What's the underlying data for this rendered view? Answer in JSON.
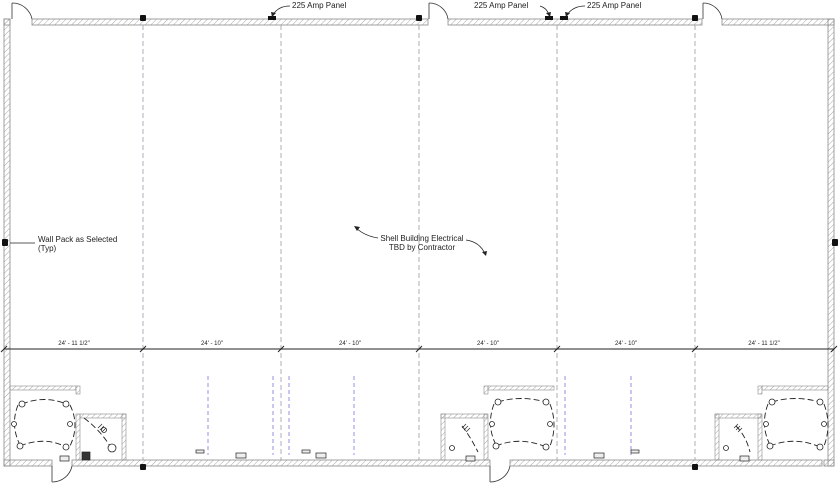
{
  "annotations": {
    "panel_label": "225 Amp Panel",
    "wall_pack_line1": "Wall Pack as Selected",
    "wall_pack_line2": "(Typ)",
    "shell_line1": "Shell Building Electrical",
    "shell_line2": "TBD by Contractor"
  },
  "dimensions": [
    "24' - 11 1/2\"",
    "24' - 10\"",
    "24' - 10\"",
    "24' - 10\"",
    "24' - 10\"",
    "24' - 11 1/2\""
  ],
  "colors": {
    "wall": "#8a8a8a",
    "hatch": "#b0b0b0",
    "line": "#222222",
    "demising": "#9a9aa8",
    "dashed_blue": "#7777dd"
  }
}
